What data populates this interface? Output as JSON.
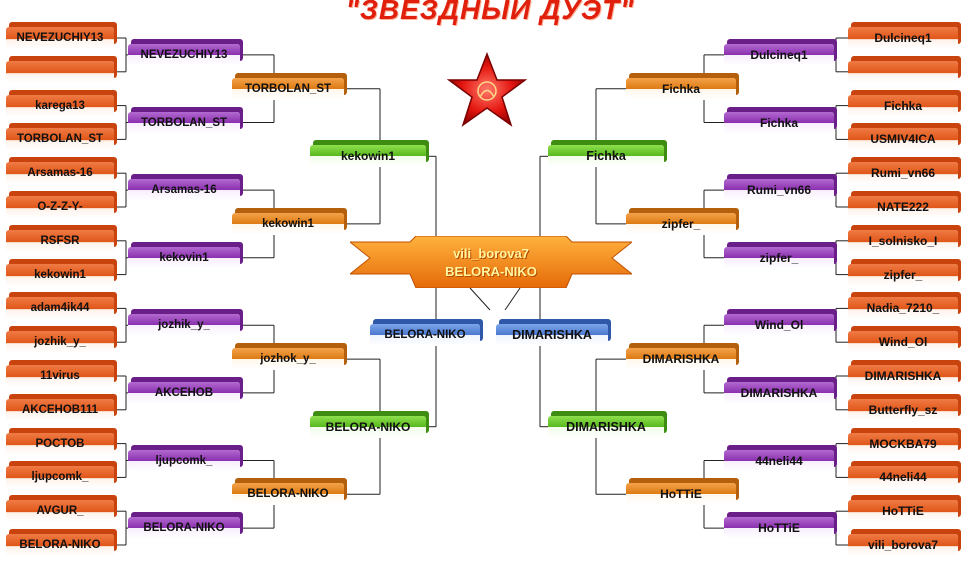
{
  "title": "\"ЗВЁЗДНЫЙ ДУЭТ\"",
  "colors": {
    "title": "#e0200c",
    "round1": "#e05618",
    "round2": "#8a2fae",
    "round3": "#dd7a14",
    "round4": "#58b81d",
    "semifinal": "#4a78cf",
    "final_banner": "#f08a1c",
    "lines": "#222222"
  },
  "icons": [
    "red-star-icon",
    "final-banner-ribbon-icon"
  ],
  "final": {
    "top_label": "vili_borova7",
    "bottom_label": "BELORA-NIKO"
  },
  "left": {
    "round1": [
      "NEVEZUCHIY13",
      "",
      "karega13",
      "TORBOLAN_ST",
      "Arsamas-16",
      "O-Z-Z-Y-",
      "RSFSR",
      "kekowin1",
      "adam4ik44",
      "jozhik_y_",
      "11virus",
      "AKCEHOB111",
      "POCTOB",
      "ljupcomk_",
      "AVGUR_",
      "BELORA-NIKO"
    ],
    "round2": [
      "NEVEZUCHIY13",
      "TORBOLAN_ST",
      "Arsamas-16",
      "kekovin1",
      "jozhik_y_",
      "AKCEHOB",
      "ljupcomk_",
      "BELORA-NIKO"
    ],
    "round3": [
      "TORBOLAN_ST",
      "kekowin1",
      "jozhok_y_",
      "BELORA-NIKO"
    ],
    "round4": [
      "kekowin1",
      "BELORA-NIKO"
    ],
    "semifinal": "BELORA-NIKO"
  },
  "right": {
    "round1": [
      "Dulcineq1",
      "",
      "Fichka",
      "USMIV4ICA",
      "Rumi_vn66",
      "NATE222",
      "I_solnisko_I",
      "zipfer_",
      "Nadia_7210_",
      "Wind_Ol",
      "DIMARISHKA",
      "Butterfly_sz",
      "MOCKBA79",
      "44neli44",
      "HoTTiE",
      "vili_borova7"
    ],
    "round2": [
      "Dulcineq1",
      "Fichka",
      "Rumi_vn66",
      "zipfer_",
      "Wind_Ol",
      "DIMARISHKA",
      "44neli44",
      "HoTTiE"
    ],
    "round3": [
      "Fichka",
      "zipfer_",
      "DIMARISHKA",
      "HoTTiE"
    ],
    "round4": [
      "Fichka",
      "DIMARISHKA"
    ],
    "semifinal": "DIMARISHKA"
  }
}
